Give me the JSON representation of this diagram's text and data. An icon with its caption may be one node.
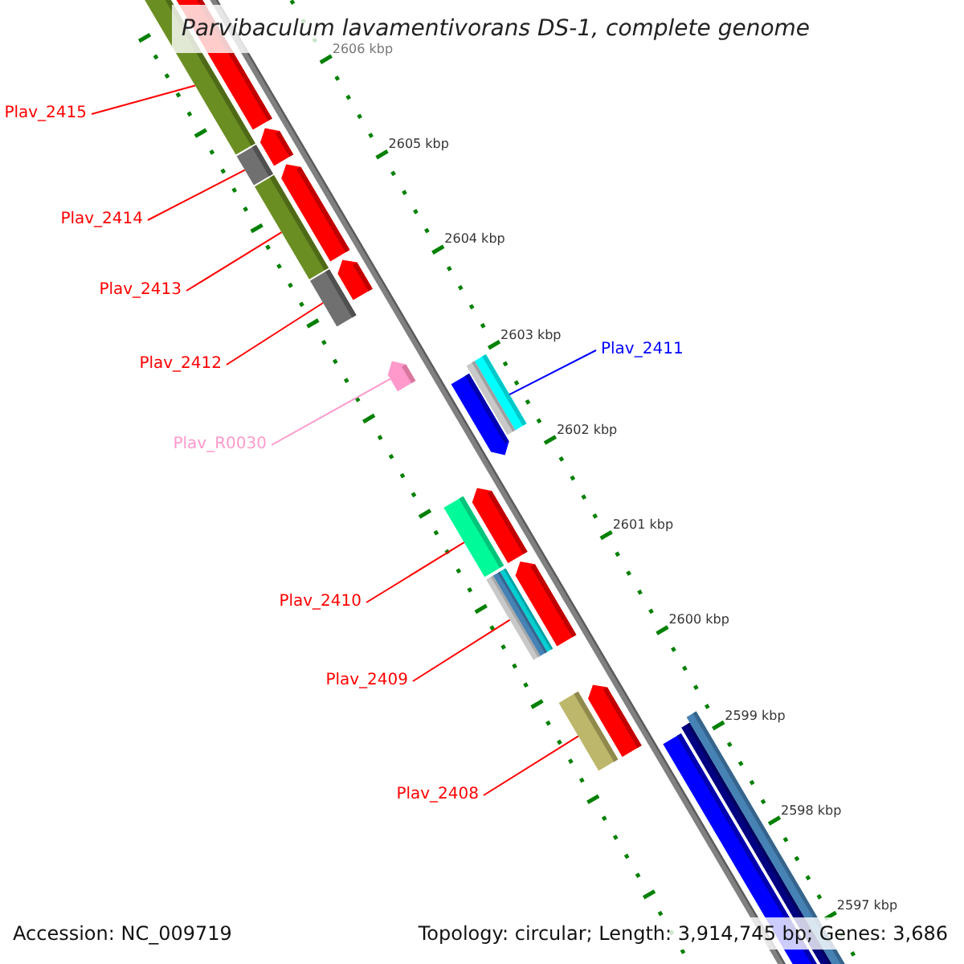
{
  "diagram": {
    "title": "Parvibaculum lavamentivorans DS-1, complete genome",
    "nodes": [
      {
        "text": [
          "Plav_2415"
        ]
      },
      {
        "text": [
          "Plav_2414"
        ]
      },
      {
        "text": [
          "Plav_2413"
        ]
      },
      {
        "text": [
          "Plav_2412"
        ]
      },
      {
        "text": [
          "Plav_2411"
        ]
      },
      {
        "text": [
          "Plav_R0030"
        ]
      },
      {
        "text": [
          "Plav_2410"
        ]
      },
      {
        "text": [
          "Plav_2409"
        ]
      },
      {
        "text": [
          "Plav_2408"
        ]
      },
      {
        "text": [],
        "shape": "bar"
      },
      {
        "text": [],
        "shape": "bar"
      },
      {
        "text": [],
        "shape": "bar"
      },
      {
        "text": [],
        "shape": "bar"
      },
      {
        "text": [],
        "shape": "bar"
      },
      {
        "text": [],
        "shape": "bar"
      },
      {
        "text": [],
        "shape": "bar"
      },
      {
        "text": [],
        "shape": "bar"
      },
      {
        "text": [],
        "shape": "bar"
      }
    ],
    "edges": [
      {
        "from": 0,
        "to": 9,
        "arrow": "none"
      },
      {
        "from": 1,
        "to": 10,
        "arrow": "none"
      },
      {
        "from": 2,
        "to": 11,
        "arrow": "none"
      },
      {
        "from": 3,
        "to": 12,
        "arrow": "none"
      },
      {
        "from": 4,
        "to": 13,
        "arrow": "none",
        "color": "#0000ff"
      },
      {
        "from": 5,
        "to": 14,
        "arrow": "none",
        "color": "#ff99cc"
      },
      {
        "from": 6,
        "to": 15,
        "arrow": "none"
      },
      {
        "from": 7,
        "to": 16,
        "arrow": "none"
      },
      {
        "from": 8,
        "to": 17,
        "arrow": "none"
      }
    ],
    "labels": [
      "2606 kbp",
      "2605 kbp",
      "2604 kbp",
      "2603 kbp",
      "2602 kbp",
      "2601 kbp",
      "2600 kbp",
      "2599 kbp",
      "2598 kbp",
      "2597 kbp",
      "Accession: NC_009719",
      "Topology: circular; Length: 3,914,745 bp; Genes: 3,686"
    ]
  }
}
